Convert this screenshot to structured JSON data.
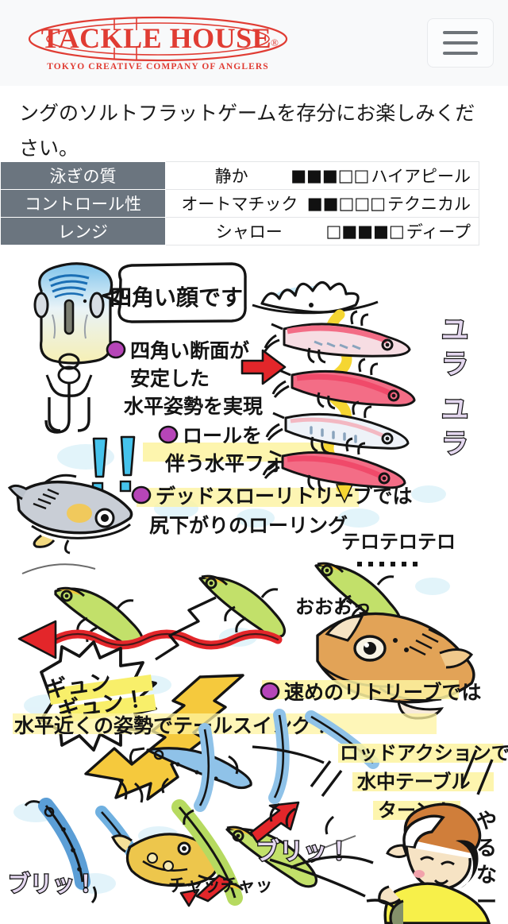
{
  "header": {
    "logo_text": "TACKLE HOUSE",
    "logo_registered": "®",
    "tagline": "TOKYO CREATIVE COMPANY OF ANGLERS",
    "menu_toggle_label": "menu",
    "logo_color": "#e03c33",
    "background": "#f8f9fa"
  },
  "intro": {
    "text": "ングのソルトフラットゲームを存分にお楽しみください。"
  },
  "spec_table": {
    "header_background": "#6b757f",
    "rows": [
      {
        "label": "泳ぎの質",
        "low_label": "静か",
        "pips": "■■■□□",
        "filled": 3,
        "total": 5,
        "high_label": "ハイアピール"
      },
      {
        "label": "コントロール性",
        "low_label": "オートマチック",
        "pips": "■■□□□",
        "filled": 2,
        "total": 5,
        "high_label": "テクニカル"
      },
      {
        "label": "レンジ",
        "low_label": "シャロー",
        "pips": "□■■■□",
        "filled": 3,
        "total": 5,
        "high_label": "ディープ"
      }
    ]
  },
  "illustration": {
    "alt": "手描きイラスト解説",
    "speech_bubble": "四角い顔です",
    "notes": [
      {
        "bullet": "purple-dot",
        "line1": "四角い断面が",
        "line2": "安定した",
        "line3": "水平姿勢を実現"
      },
      {
        "bullet": "purple-dot",
        "line1": "ロールを",
        "line2": "伴う水平フォール",
        "line3": ""
      },
      {
        "bullet": "purple-dot",
        "line1": "デッドスローリトリーブでは",
        "line2": "尻下がりのローリング",
        "line3": ""
      },
      {
        "bullet": "purple-dot",
        "line1": "速めのリトリーブでは",
        "line2": "水平近くの姿勢でテールスイング！",
        "line3": ""
      }
    ],
    "onomatopoeia": [
      {
        "text": "ユラユラ",
        "orientation": "vertical"
      },
      {
        "text": "テロテロテロ",
        "orientation": "horizontal"
      },
      {
        "text": "おおおっ",
        "orientation": "horizontal"
      },
      {
        "text": "ギュンギュン！",
        "orientation": "horizontal"
      },
      {
        "text": "ブリッ！",
        "orientation": "horizontal"
      },
      {
        "text": "チャッチャッ",
        "orientation": "horizontal"
      },
      {
        "text": "やるなー",
        "orientation": "vertical"
      }
    ],
    "rod_action_note": {
      "line1": "ロッドアクションで",
      "line2": "水中テーブル",
      "line3": "ターン！"
    },
    "exclamations": "!!",
    "colors": {
      "pink_lure": "#f36d86",
      "green_lure": "#b7dd55",
      "blue_lure": "#6aa9de",
      "yellow_arrow": "#f5c93d",
      "red_arrow": "#e3262a",
      "purple_bullet": "#b645b8",
      "water_blue": "#bfe6f5",
      "fish_orange": "#e0a055",
      "highlight_yellow": "#fdf3a0"
    }
  }
}
